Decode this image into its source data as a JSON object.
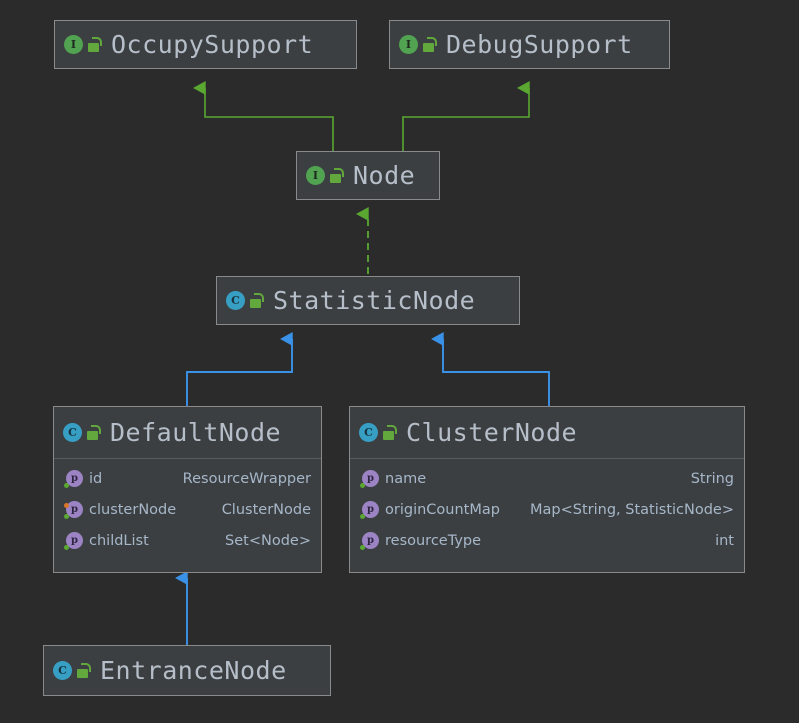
{
  "diagram": {
    "title": "UML Class Diagram",
    "background_color": "#2b2b2b",
    "node_fill_color": "#3c3f41",
    "node_border_color": "#8a8a8a",
    "implements_edge_color": "#5aa832",
    "extends_edge_color": "#3a92e8",
    "title_text_color": "#b6bfc9",
    "member_text_color": "#a6b7c9"
  },
  "nodes": {
    "occupy_support": {
      "name": "OccupySupport",
      "stereotype": "interface",
      "icon": "interface-icon",
      "lock_icon": "unlocked-padlock-icon"
    },
    "debug_support": {
      "name": "DebugSupport",
      "stereotype": "interface",
      "icon": "interface-icon",
      "lock_icon": "unlocked-padlock-icon"
    },
    "node": {
      "name": "Node",
      "stereotype": "interface",
      "icon": "interface-icon",
      "lock_icon": "unlocked-padlock-icon"
    },
    "statistic_node": {
      "name": "StatisticNode",
      "stereotype": "class",
      "icon": "class-icon",
      "lock_icon": "unlocked-padlock-icon"
    },
    "default_node": {
      "name": "DefaultNode",
      "stereotype": "class",
      "icon": "class-icon",
      "lock_icon": "unlocked-padlock-icon",
      "fields": [
        {
          "name": "id",
          "type": "ResourceWrapper",
          "icon": "field-icon",
          "markers": [
            "green"
          ]
        },
        {
          "name": "clusterNode",
          "type": "ClusterNode",
          "icon": "field-icon",
          "markers": [
            "orange",
            "green"
          ]
        },
        {
          "name": "childList",
          "type": "Set<Node>",
          "icon": "field-icon",
          "markers": [
            "green"
          ]
        }
      ]
    },
    "cluster_node": {
      "name": "ClusterNode",
      "stereotype": "class",
      "icon": "class-icon",
      "lock_icon": "unlocked-padlock-icon",
      "fields": [
        {
          "name": "name",
          "type": "String",
          "icon": "field-icon",
          "markers": [
            "green"
          ]
        },
        {
          "name": "originCountMap",
          "type": "Map<String, StatisticNode>",
          "icon": "field-icon",
          "markers": [
            "green"
          ]
        },
        {
          "name": "resourceType",
          "type": "int",
          "icon": "field-icon",
          "markers": [
            "green"
          ]
        }
      ]
    },
    "entrance_node": {
      "name": "EntranceNode",
      "stereotype": "class",
      "icon": "class-icon",
      "lock_icon": "unlocked-padlock-icon"
    }
  },
  "edges": [
    {
      "from": "Node",
      "to": "OccupySupport",
      "kind": "implements",
      "style": "solid",
      "color": "#5aa832"
    },
    {
      "from": "Node",
      "to": "DebugSupport",
      "kind": "implements",
      "style": "solid",
      "color": "#5aa832"
    },
    {
      "from": "StatisticNode",
      "to": "Node",
      "kind": "implements",
      "style": "dashed",
      "color": "#5aa832"
    },
    {
      "from": "DefaultNode",
      "to": "StatisticNode",
      "kind": "extends",
      "style": "solid",
      "color": "#3a92e8"
    },
    {
      "from": "ClusterNode",
      "to": "StatisticNode",
      "kind": "extends",
      "style": "solid",
      "color": "#3a92e8"
    },
    {
      "from": "EntranceNode",
      "to": "DefaultNode",
      "kind": "extends",
      "style": "solid",
      "color": "#3a92e8"
    }
  ],
  "icon_glyphs": {
    "interface": "I",
    "class": "C",
    "field": "p"
  }
}
